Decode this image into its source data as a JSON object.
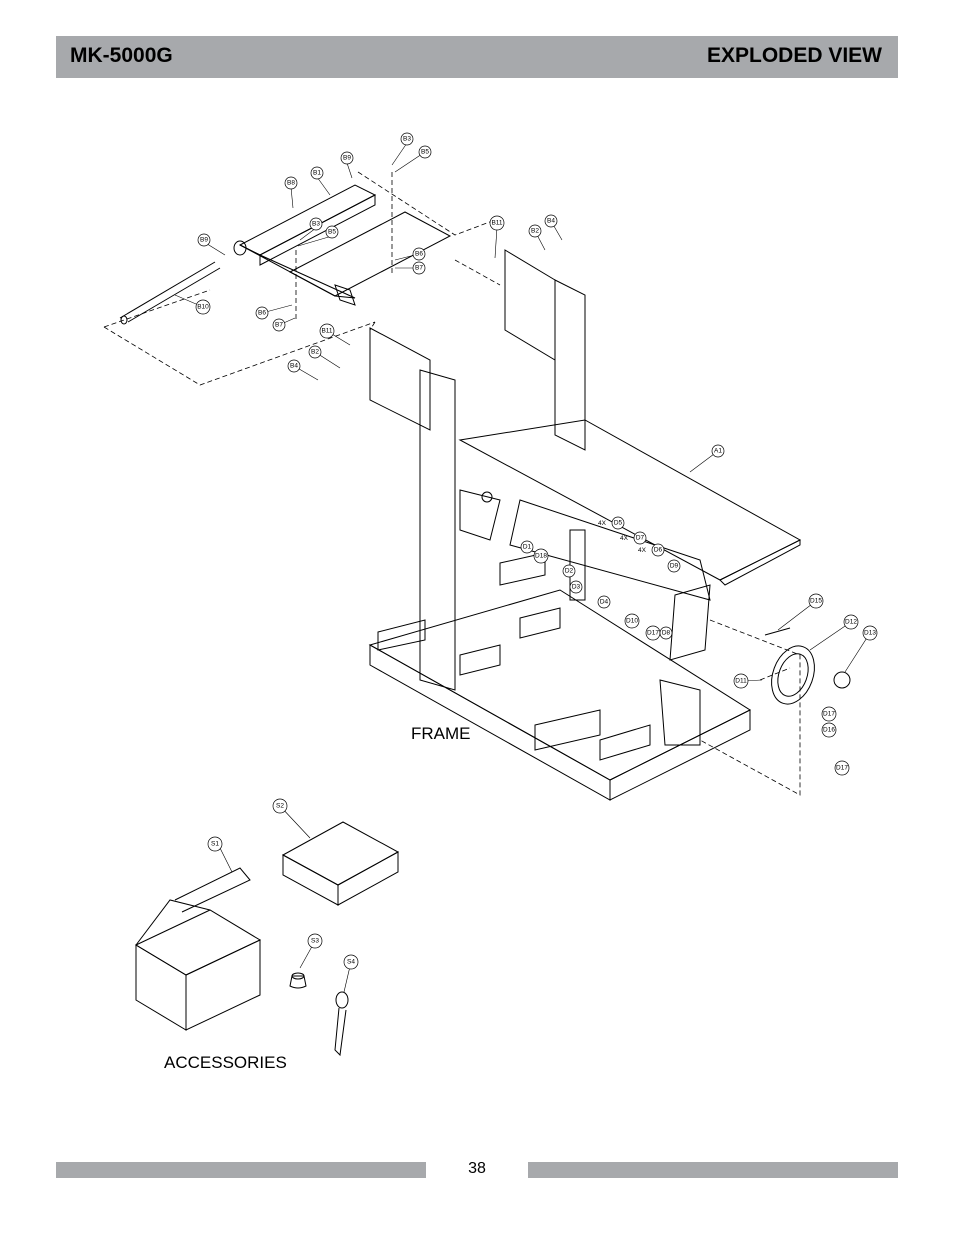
{
  "header": {
    "model": "MK-5000G",
    "title": "EXPLODED VIEW"
  },
  "captions": {
    "frame": "FRAME",
    "accessories": "ACCESSORIES"
  },
  "footer": {
    "page_number": "38"
  },
  "callouts": {
    "B3a": "B3",
    "B5a": "B5",
    "B9a": "B9",
    "B1": "B1",
    "B8": "B8",
    "B3b": "B3",
    "B5b": "B5",
    "B9b": "B9",
    "B6a": "B6",
    "B7a": "B7",
    "B10": "B10",
    "B6b": "B6",
    "B7b": "B7",
    "B11a": "B11",
    "B4a": "B4",
    "B2a": "B2",
    "B11b": "B11",
    "B2b": "B2",
    "B4b": "B4",
    "A1": "A1",
    "D5": "D5",
    "D7": "D7",
    "D6": "D6",
    "D9": "D9",
    "D1": "D1",
    "D18": "D18",
    "D2": "D2",
    "D3": "D3",
    "D4": "D4",
    "D10": "D10",
    "D17a": "D17",
    "D8": "D8",
    "D15": "D15",
    "D12": "D12",
    "D13": "D13",
    "D11": "D11",
    "D17b": "D17",
    "D16": "D16",
    "D17c": "D17",
    "S1": "S1",
    "S2": "S2",
    "S3": "S3",
    "S4": "S4"
  },
  "quantities": {
    "q1": "4X",
    "q2": "4X",
    "q3": "4X"
  },
  "colors": {
    "header_bar": "#a7a9ac",
    "line": "#000000"
  }
}
